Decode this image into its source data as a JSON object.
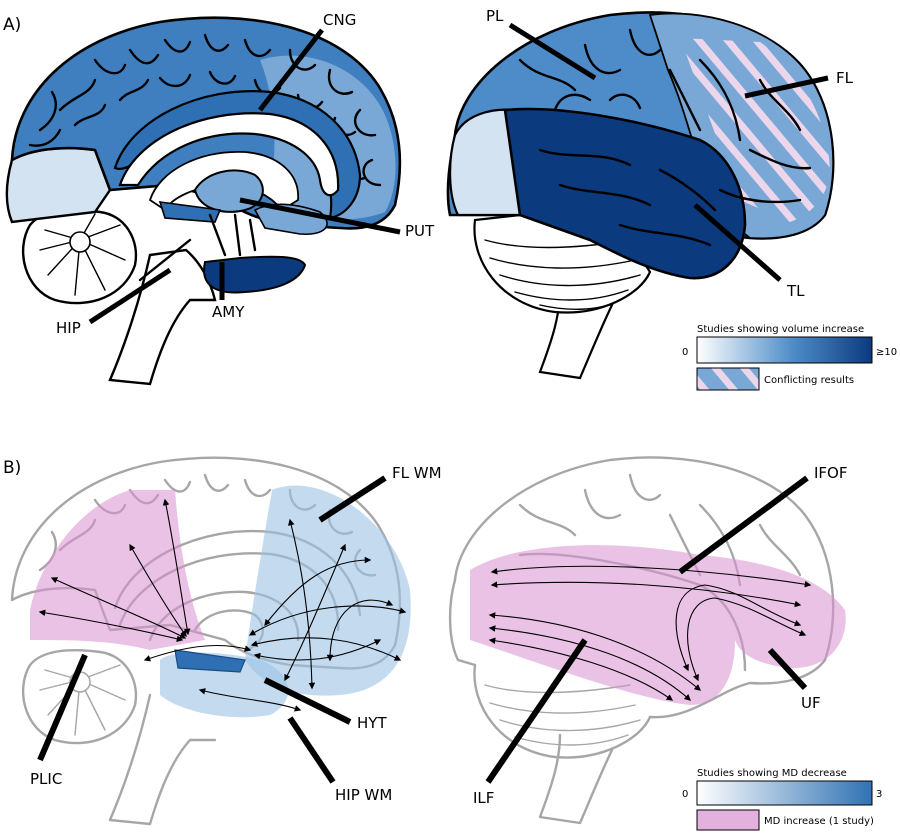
{
  "panels": {
    "a": "A)",
    "b": "B)"
  },
  "panel_a": {
    "labels": {
      "cng": "CNG",
      "put": "PUT",
      "hip": "HIP",
      "amy": "AMY",
      "pl": "PL",
      "fl": "FL",
      "tl": "TL"
    },
    "legend": {
      "title": "Studies showing volume increase",
      "min": "0",
      "max": "≥10",
      "conflict": "Conflicting results"
    }
  },
  "panel_b": {
    "labels": {
      "fl_wm": "FL WM",
      "plic": "PLIC",
      "hyt": "HYT",
      "hip_wm": "HIP WM",
      "ifof": "IFOF",
      "uf": "UF",
      "ilf": "ILF"
    },
    "legend": {
      "title": "Studies showing MD decrease",
      "min": "0",
      "max": "3",
      "increase": "MD increase (1 study)"
    }
  },
  "colors": {
    "darkest": "#0b3a7e",
    "dark": "#2f6fb3",
    "mid": "#4d8cc8",
    "light": "#79a8d6",
    "pale": "#d3e3f2",
    "pink": "#d88fcf",
    "blue_overlay": "#9cc3e4"
  }
}
